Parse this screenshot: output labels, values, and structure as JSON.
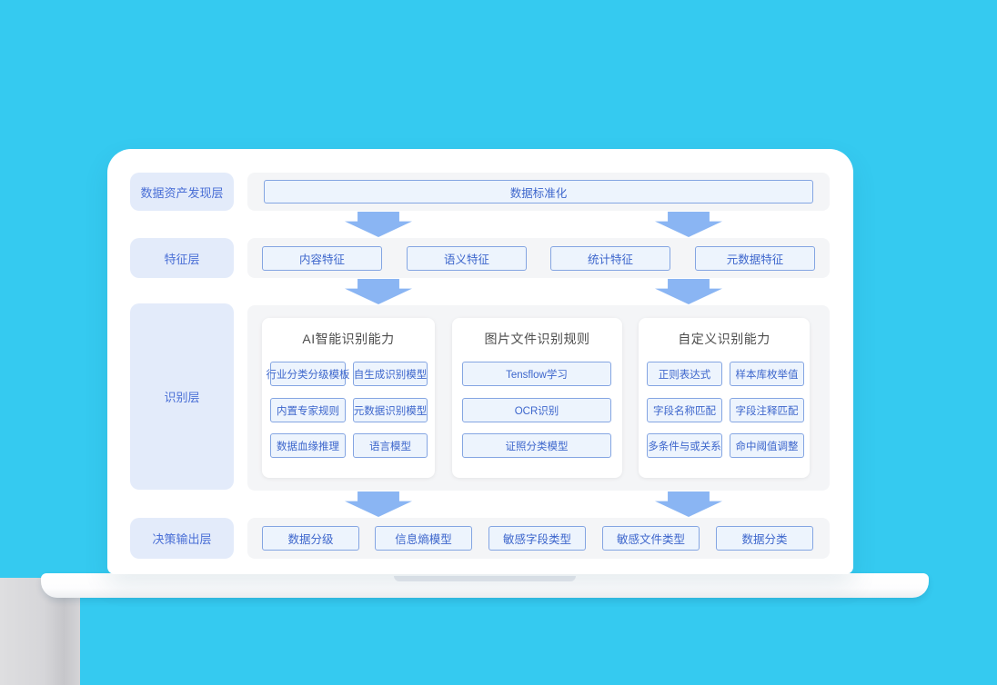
{
  "diagram": {
    "layers": [
      {
        "label": "数据资产发现层",
        "items": [
          "数据标准化"
        ]
      },
      {
        "label": "特征层",
        "items": [
          "内容特征",
          "语义特征",
          "统计特征",
          "元数据特征"
        ]
      },
      {
        "label": "识别层",
        "groups": [
          {
            "title": "AI智能识别能力",
            "items": [
              "行业分类分级模板",
              "自生成识别模型",
              "内置专家规则",
              "元数据识别模型",
              "数据血缘推理",
              "语言模型"
            ]
          },
          {
            "title": "图片文件识别规则",
            "items": [
              "Tensflow学习",
              "OCR识别",
              "证照分类模型"
            ]
          },
          {
            "title": "自定义识别能力",
            "items": [
              "正则表达式",
              "样本库枚举值",
              "字段名称匹配",
              "字段注释匹配",
              "多条件与或关系",
              "命中阈值调整"
            ]
          }
        ]
      },
      {
        "label": "决策输出层",
        "items": [
          "数据分级",
          "信息熵模型",
          "敏感字段类型",
          "敏感文件类型",
          "数据分类"
        ]
      }
    ],
    "colors": {
      "background": "#35CAF0",
      "screen": "#FFFFFF",
      "label_pill": "#E3EBFA",
      "row_container": "#F4F5F7",
      "box_fill": "#EDF4FD",
      "box_border": "#84A5E2",
      "box_text": "#3D66CC",
      "card_title_text": "#4D4D4D",
      "arrow": "#8AB5F3"
    }
  }
}
